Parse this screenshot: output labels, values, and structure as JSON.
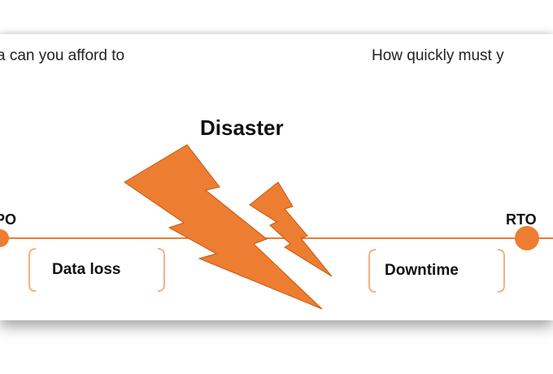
{
  "questions": {
    "left": "a can you afford to",
    "right": "How quickly must y"
  },
  "title": "Disaster",
  "markers": {
    "rpo": "PO",
    "rto": "RTO"
  },
  "segments": {
    "data_loss": "Data loss",
    "downtime": "Downtime"
  },
  "colors": {
    "accent": "#ED7D31",
    "text": "#111111"
  }
}
